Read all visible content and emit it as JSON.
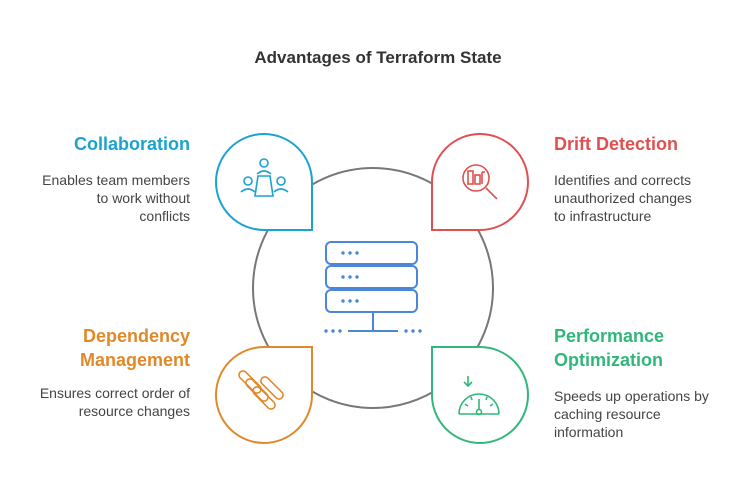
{
  "title": "Advantages of Terraform State",
  "center_icon": "server-rack-icon",
  "colors": {
    "collaboration": "#1aa3cf",
    "drift": "#e05050",
    "dependency": "#e0892a",
    "performance": "#2fb87a",
    "ring": "#777777",
    "server": "#4a87d6"
  },
  "quadrants": {
    "collaboration": {
      "heading": "Collaboration",
      "description": [
        "Enables team members",
        "to work without",
        "conflicts"
      ],
      "icon": "team-meeting-icon"
    },
    "drift": {
      "heading": "Drift Detection",
      "description": [
        "Identifies and corrects",
        "unauthorized changes",
        "to infrastructure"
      ],
      "icon": "magnifier-inspect-icon"
    },
    "dependency": {
      "heading": [
        "Dependency",
        "Management"
      ],
      "description": [
        "Ensures correct order of",
        "resource changes"
      ],
      "icon": "linked-blocks-icon"
    },
    "performance": {
      "heading": [
        "Performance",
        "Optimization"
      ],
      "description": [
        "Speeds up operations by",
        "caching resource",
        "information"
      ],
      "icon": "speedometer-icon"
    }
  }
}
